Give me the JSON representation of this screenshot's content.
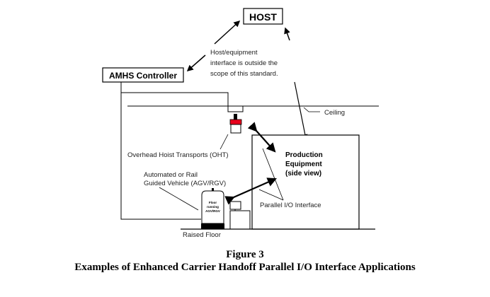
{
  "diagram": {
    "host": "HOST",
    "amhs_controller": "AMHS Controller",
    "note": [
      "Host/equipment",
      "interface is outside the",
      "scope of this standard."
    ],
    "ceiling": "Ceiling",
    "oht": "Overhead Hoist Transports (OHT)",
    "agv_label": [
      "Automated or Rail",
      "Guided Vehicle (AGV/RGV)"
    ],
    "agv_inner": [
      "Floor",
      "running",
      "AGV/RGV"
    ],
    "equipment": [
      "Production",
      "Equipment",
      "(side view)"
    ],
    "parallel_io": "Parallel I/O Interface",
    "raised_floor": "Raised Floor",
    "oht_color": "#e8001c"
  },
  "caption": {
    "figure": "Figure 3",
    "title": "Examples of Enhanced Carrier Handoff Parallel I/O Interface Applications"
  }
}
